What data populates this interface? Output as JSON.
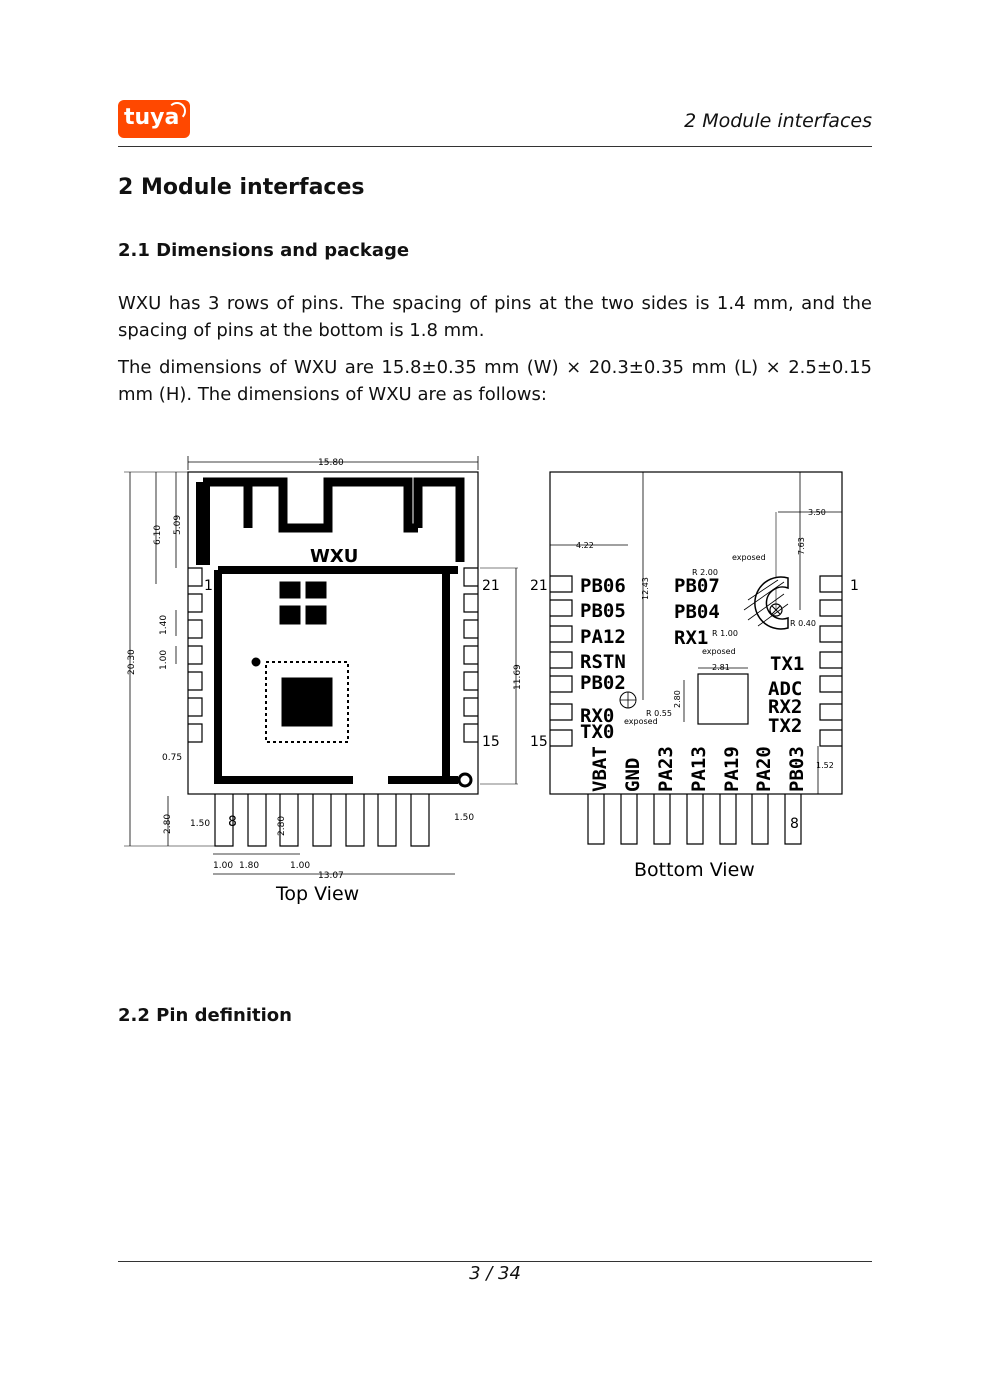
{
  "header": {
    "logo_text": "tuya",
    "running_title": "2 Module interfaces"
  },
  "section": {
    "title": "2 Module interfaces",
    "subsection_1": "2.1 Dimensions and package",
    "paragraph_1": "WXU has 3 rows of pins. The spacing of pins at the two sides is 1.4 mm, and the spacing of pins at the bottom is 1.8 mm.",
    "paragraph_2": "The dimensions of WXU are 15.8±0.35 mm (W) × 20.3±0.35 mm (L) × 2.5±0.15 mm (H). The dimensions of WXU are as follows:",
    "subsection_2": "2.2 Pin definition"
  },
  "figure": {
    "top_view": {
      "caption": "Top View",
      "module_label": "WXU",
      "dims": {
        "width": "15.80",
        "height": "20.30",
        "d610": "6.10",
        "d509": "5.09",
        "d140": "1.40",
        "d100": "1.00",
        "d075": "0.75",
        "d280": "2.80",
        "d150l": "1.50",
        "d150r": "1.50",
        "d1169": "11.69",
        "b100": "1.00",
        "b180": "1.80",
        "b100b": "1.00",
        "b1307": "13.07",
        "b280": "2.80"
      },
      "pin_labels": {
        "p1": "1",
        "p21": "21",
        "p15": "15",
        "p8": "8"
      }
    },
    "bottom_view": {
      "caption": "Bottom View",
      "left_pins": [
        "PB06",
        "PB05",
        "PA12",
        "RSTN",
        "PB02",
        "RX0",
        "TX0"
      ],
      "mid_pins": [
        "PB07",
        "PB04",
        "RX1"
      ],
      "right_pins": [
        "TX1",
        "ADC",
        "RX2",
        "TX2"
      ],
      "bottom_pins": [
        "VBAT",
        "GND",
        "PA23",
        "PA13",
        "PA19",
        "PA20",
        "PB03"
      ],
      "pin_numbers": {
        "p21": "21",
        "p15": "15",
        "p1": "1",
        "p8": "8"
      },
      "dims": {
        "d422": "4.22",
        "d1243": "12.43",
        "d350": "3.50",
        "d763": "7.63",
        "r200": "R 2.00",
        "r100": "R 1.00",
        "r040": "R 0.40",
        "r055": "R 0.55",
        "d281": "2.81",
        "d280": "2.80",
        "d152": "1.52",
        "exposed1": "exposed",
        "exposed2": "exposed",
        "exposed3": "exposed"
      }
    }
  },
  "footer": {
    "page": "3 / 34"
  }
}
